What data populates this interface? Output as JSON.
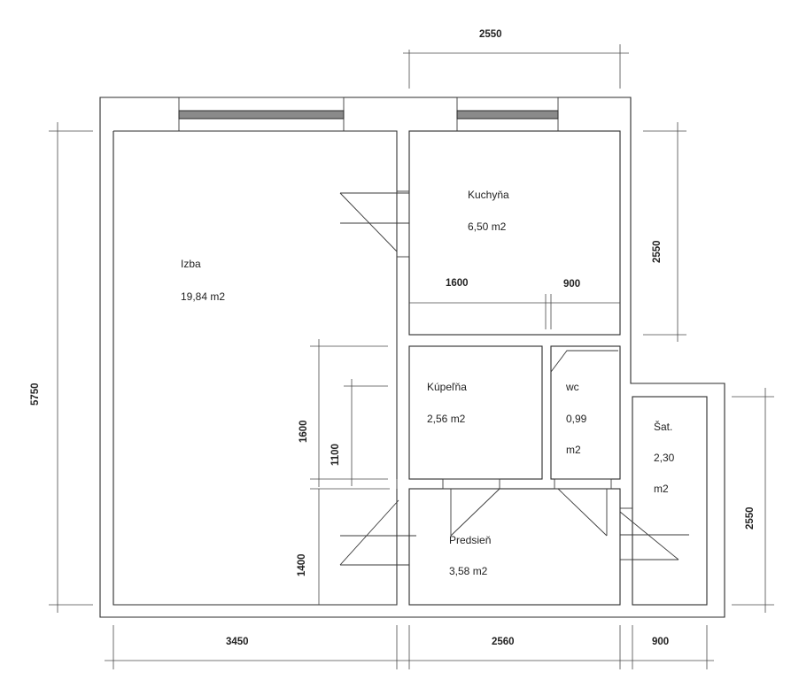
{
  "rooms": {
    "izba": {
      "name": "Izba",
      "area": "19,84 m2"
    },
    "kuchyna": {
      "name": "Kuchyňa",
      "area": "6,50 m2"
    },
    "kupelna": {
      "name": "Kúpeľňa",
      "area": "2,56 m2"
    },
    "wc": {
      "name": "wc",
      "area_value": "0,99",
      "area_unit": "m2"
    },
    "sat": {
      "name": "Šat.",
      "area_value": "2,30",
      "area_unit": "m2"
    },
    "predsien": {
      "name": "Predsieň",
      "area": "3,58 m2"
    }
  },
  "dimensions": {
    "top": "2550",
    "left_total": "5750",
    "right_kitchen": "2550",
    "right_closet": "2550",
    "bottom_left": "3450",
    "bottom_mid": "2560",
    "bottom_right": "900",
    "kitchen_1600": "1600",
    "kitchen_900": "900",
    "inner_1600": "1600",
    "inner_1100": "1100",
    "inner_1400": "1400"
  }
}
